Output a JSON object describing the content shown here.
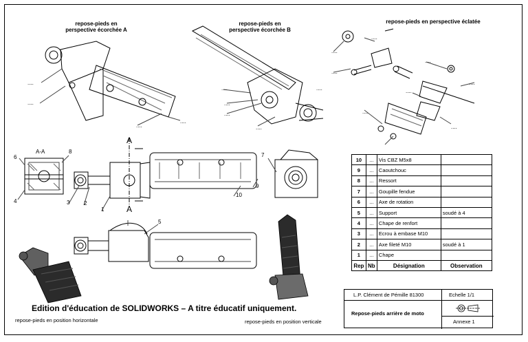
{
  "views": {
    "ecorchee_a": "repose-pieds en\nperspective écorchée A",
    "ecorchee_b": "repose-pieds en\nperspective écorchée B",
    "eclatee": "repose-pieds en perspective éclatée",
    "section": "A-A",
    "cut_mark": "A",
    "horizontal": "repose-pieds en position horizontale",
    "vertical": "repose-pieds en position verticale"
  },
  "banner": "Edition d'éducation de SOLIDWORKS – A titre éducatif uniquement.",
  "balloons": [
    "1",
    "2",
    "3",
    "4",
    "5",
    "6",
    "7",
    "8",
    "9",
    "10"
  ],
  "leader_placeholder": "....",
  "bom": {
    "rows": [
      {
        "rep": "10",
        "nb": "...",
        "designation": "Vis CBZ M5x8",
        "observation": ""
      },
      {
        "rep": "9",
        "nb": "...",
        "designation": "Caoutchouc",
        "observation": ""
      },
      {
        "rep": "8",
        "nb": "...",
        "designation": "Ressort",
        "observation": ""
      },
      {
        "rep": "7",
        "nb": "...",
        "designation": "Goupille fendue",
        "observation": ""
      },
      {
        "rep": "6",
        "nb": "...",
        "designation": "Axe de rotation",
        "observation": ""
      },
      {
        "rep": "5",
        "nb": "...",
        "designation": "Support",
        "observation": "soudé à 4"
      },
      {
        "rep": "4",
        "nb": "...",
        "designation": "Chape de renfort",
        "observation": ""
      },
      {
        "rep": "3",
        "nb": "...",
        "designation": "Ecrou à embase M10",
        "observation": ""
      },
      {
        "rep": "2",
        "nb": "...",
        "designation": "Axe fileté M10",
        "observation": "soudé à 1"
      },
      {
        "rep": "1",
        "nb": "...",
        "designation": "Chape",
        "observation": ""
      }
    ],
    "header": {
      "rep": "Rep",
      "nb": "Nb",
      "designation": "Désignation",
      "observation": "Observation"
    }
  },
  "cartouche": {
    "school": "L.P. Clément de Pémille 81300",
    "scale": "Echelle 1/1",
    "title": "Repose-pieds arrière de moto",
    "sheet": "Annexe 1"
  }
}
